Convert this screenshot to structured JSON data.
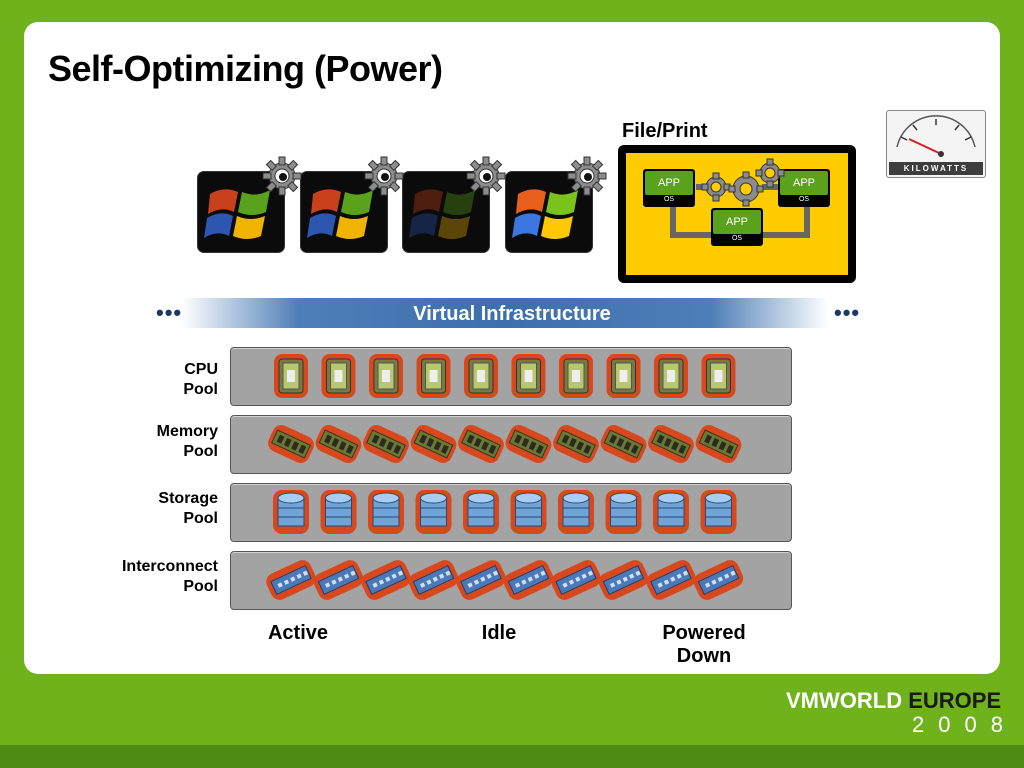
{
  "slide": {
    "title": "Self-Optimizing (Power)"
  },
  "file_print": {
    "title": "File/Print",
    "apps": [
      {
        "app": "APP",
        "os": "OS"
      },
      {
        "app": "APP",
        "os": "OS"
      },
      {
        "app": "APP",
        "os": "OS"
      }
    ]
  },
  "meter": {
    "label": "KILOWATTS"
  },
  "virtual_infrastructure": {
    "label": "Virtual Infrastructure",
    "left_ellipsis": "•••",
    "right_ellipsis": "•••"
  },
  "pools": [
    {
      "line1": "CPU",
      "line2": "Pool",
      "icon": "cpu-chip-icon",
      "count": 10
    },
    {
      "line1": "Memory",
      "line2": "Pool",
      "icon": "memory-module-icon",
      "count": 10
    },
    {
      "line1": "Storage",
      "line2": "Pool",
      "icon": "database-icon",
      "count": 10
    },
    {
      "line1": "Interconnect",
      "line2": "Pool",
      "icon": "network-switch-icon",
      "count": 10
    }
  ],
  "states": {
    "active": "Active",
    "idle": "Idle",
    "powered_line1": "Powered",
    "powered_line2": "Down"
  },
  "brand": {
    "name": "VMWORLD",
    "region": "EUROPE",
    "year": "2008"
  },
  "colors": {
    "background_green": "#6fb21c",
    "file_print_yellow": "#ffcc00",
    "vi_blue": "#3d6fab",
    "highlight_red": "#d9481c",
    "pool_gray": "#a3a3a3"
  }
}
